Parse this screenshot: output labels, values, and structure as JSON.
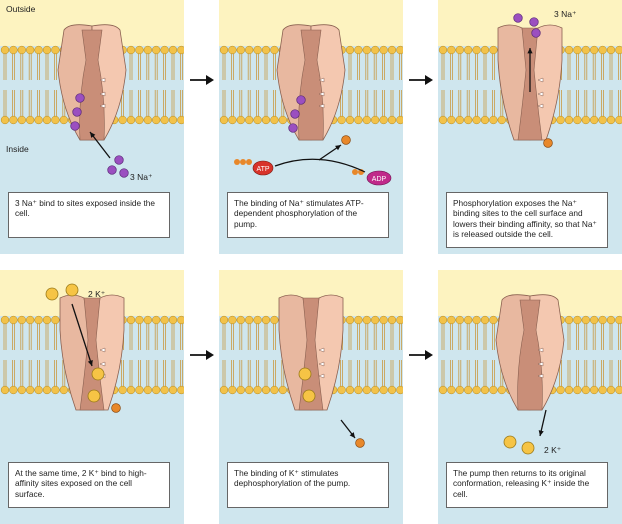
{
  "labels": {
    "outside": "Outside",
    "inside": "Inside",
    "na_top": "3 Na⁺",
    "na_bottom": "3 Na⁺",
    "k_top": "2 K⁺",
    "k_bottom": "2 K⁺",
    "atp": "ATP",
    "adp": "ADP",
    "phosphate": "P"
  },
  "captions": [
    "3 Na⁺ bind to sites exposed inside the cell.",
    "The binding of Na⁺ stimulates ATP-dependent phosphorylation of the pump.",
    "Phosphorylation exposes the Na⁺ binding sites to the cell surface and lowers their binding affinity, so that Na⁺ is released outside the cell.",
    "At the same time, 2 K⁺ bind to high-affinity sites exposed on the cell surface.",
    "The binding of K⁺ stimulates dephosphorylation of the pump.",
    "The pump then returns to its original conformation, releasing K⁺ inside the cell."
  ],
  "colors": {
    "outside_bg": "#fdf3c0",
    "inside_bg": "#cfe6ee",
    "lipid_head": "#f2c24a",
    "lipid_tail": "#c89a45",
    "protein_left": "#e8b8a0",
    "protein_right": "#f4c8b0",
    "protein_core": "#c98e78",
    "sodium": "#9b4fc0",
    "potassium": "#f6c445",
    "phosphate": "#e8882a",
    "atp": "#d8332a",
    "adp": "#c02a8a"
  }
}
